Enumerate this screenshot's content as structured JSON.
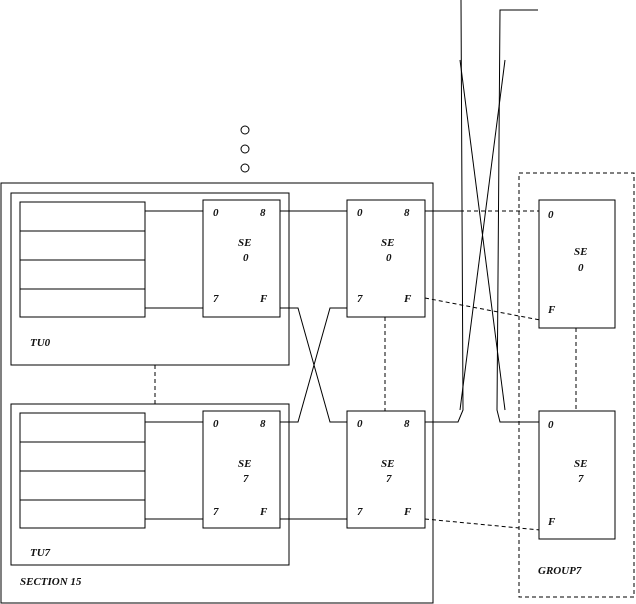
{
  "section": {
    "label": "SECTION 15"
  },
  "group": {
    "label": "GROUP7"
  },
  "tu_units": [
    {
      "label": "TU0"
    },
    {
      "label": "TU7"
    }
  ],
  "switch_elements": {
    "stage1_top": {
      "name": "SE",
      "index": "0",
      "ports": {
        "in_top": "0",
        "out_top": "8",
        "in_bottom": "7",
        "out_bottom": "F"
      }
    },
    "stage1_bottom": {
      "name": "SE",
      "index": "7",
      "ports": {
        "in_top": "0",
        "out_top": "8",
        "in_bottom": "7",
        "out_bottom": "F"
      }
    },
    "stage2_top": {
      "name": "SE",
      "index": "0",
      "ports": {
        "in_top": "0",
        "out_top": "8",
        "in_bottom": "7",
        "out_bottom": "F"
      }
    },
    "stage2_bottom": {
      "name": "SE",
      "index": "7",
      "ports": {
        "in_top": "0",
        "out_top": "8",
        "in_bottom": "7",
        "out_bottom": "F"
      }
    },
    "group_top": {
      "name": "SE",
      "index": "0",
      "ports": {
        "in_top": "0",
        "in_bottom": "F"
      }
    },
    "group_bottom": {
      "name": "SE",
      "index": "7",
      "ports": {
        "in_top": "0",
        "in_bottom": "F"
      }
    }
  }
}
